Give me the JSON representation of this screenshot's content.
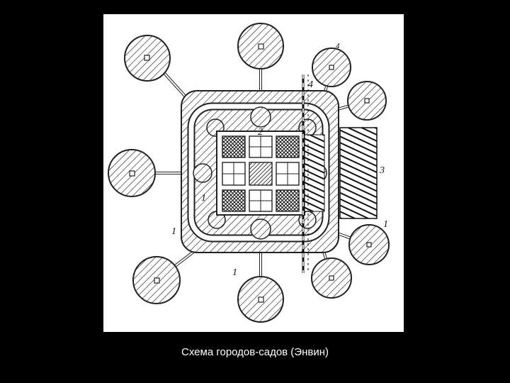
{
  "caption": "Схема городов-садов (Энвин)",
  "diagram": {
    "labels": {
      "one_left": "1",
      "one_inner": "1",
      "one_bottom": "1",
      "one_right": "1",
      "two": "2",
      "three": "3",
      "four": "4",
      "four_top": "4"
    },
    "colors": {
      "ink": "#222222",
      "paper": "#ffffff",
      "road": "#ffffff"
    }
  }
}
